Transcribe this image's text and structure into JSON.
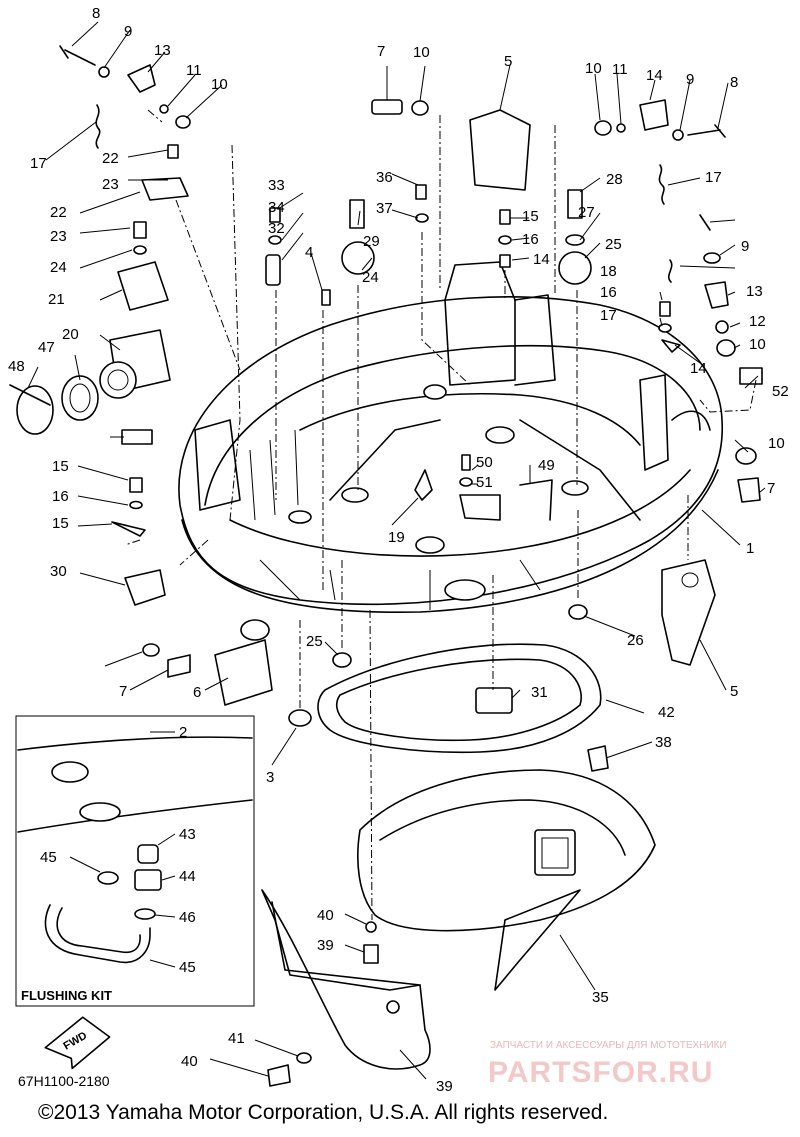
{
  "diagram": {
    "part_code": "67H1100-2180",
    "copyright": "©2013 Yamaha Motor Corporation, U.S.A. All rights reserved.",
    "flushing_kit_label": "FLUSHING KIT",
    "fwd_label": "FWD",
    "watermark": {
      "caption": "ЗАПЧАСТИ И АКСЕССУАРЫ ДЛЯ МОТОТЕХНИКИ",
      "brand": "PARTSFOR.RU"
    },
    "callouts": [
      "1",
      "2",
      "3",
      "4",
      "5",
      "5",
      "6",
      "7",
      "7",
      "7",
      "8",
      "8",
      "9",
      "9",
      "9",
      "10",
      "10",
      "10",
      "10",
      "10",
      "11",
      "11",
      "12",
      "13",
      "13",
      "14",
      "14",
      "14",
      "15",
      "15",
      "15",
      "16",
      "16",
      "16",
      "17",
      "17",
      "17",
      "18",
      "19",
      "20",
      "21",
      "22",
      "22",
      "23",
      "23",
      "24",
      "24",
      "25",
      "25",
      "26",
      "27",
      "28",
      "29",
      "30",
      "31",
      "32",
      "33",
      "34",
      "35",
      "36",
      "37",
      "38",
      "39",
      "39",
      "40",
      "40",
      "41",
      "42",
      "43",
      "44",
      "45",
      "45",
      "46",
      "47",
      "48",
      "49",
      "50",
      "51",
      "52"
    ]
  }
}
